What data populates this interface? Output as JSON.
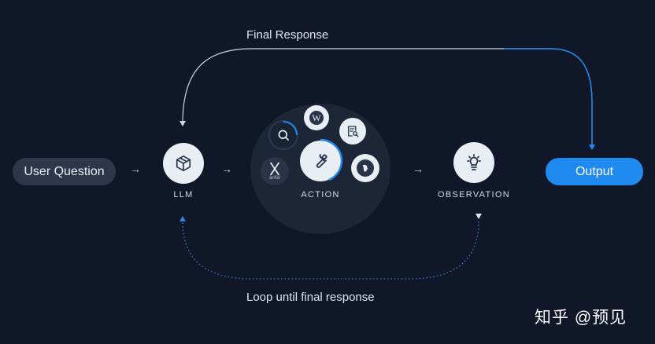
{
  "diagram": {
    "final_response_label": "Final Response",
    "loop_label": "Loop until final response",
    "user_question": "User Question",
    "llm_label": "LLM",
    "action_label": "ACTION",
    "observation_label": "OBSERVATION",
    "output_label": "Output",
    "arxiv_label": "arXiv"
  },
  "watermark": "知乎 @预见",
  "icons": {
    "llm": "cube-icon",
    "action": "wrench-icon",
    "observation": "lightbulb-icon",
    "tools": [
      "search-icon",
      "wikipedia-icon",
      "document-search-icon",
      "arxiv-icon",
      "duckduckgo-icon"
    ]
  },
  "colors": {
    "background": "#0f1729",
    "accent": "#1f8af0",
    "node_fill": "#e9eef4",
    "pill_fill": "#2d3749"
  }
}
